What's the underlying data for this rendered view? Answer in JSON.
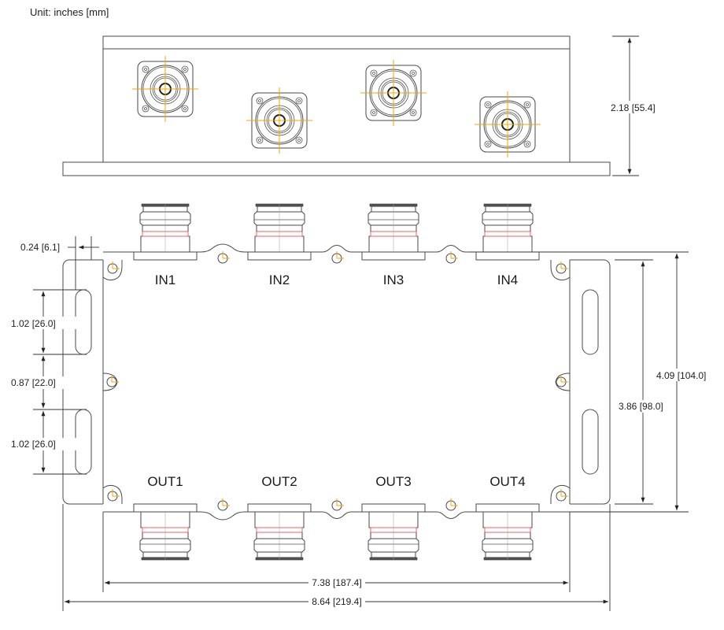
{
  "header": {
    "unit_label": "Unit: inches [mm]"
  },
  "colors": {
    "line": "#4a4a4a",
    "centerline": "#f5a500",
    "highlight_band": "#f06060",
    "background": "#ffffff"
  },
  "ports": {
    "inputs": [
      "IN1",
      "IN2",
      "IN3",
      "IN4"
    ],
    "outputs": [
      "OUT1",
      "OUT2",
      "OUT3",
      "OUT4"
    ]
  },
  "dimensions": {
    "side_view_height": "2.18 [55.4]",
    "flange_width": "0.24 [6.1]",
    "slot_length_top": "1.02 [26.0]",
    "slot_spacing": "0.87 [22.0]",
    "slot_length_bottom": "1.02 [26.0]",
    "body_height": "3.86 [98.0]",
    "overall_height": "4.09 [104.0]",
    "body_width": "7.38 [187.4]",
    "overall_width": "8.64 [219.4]"
  }
}
